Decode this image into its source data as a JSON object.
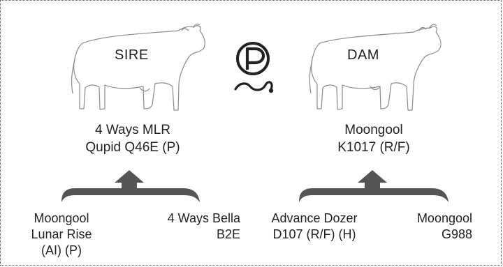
{
  "colors": {
    "ink": "#222222",
    "outline": "#8a8a8a",
    "bracket": "#555555",
    "border": "#555555"
  },
  "sire": {
    "label": "SIRE",
    "name_line1": "4 Ways MLR",
    "name_line2": "Qupid Q46E (P)",
    "sire_parent": {
      "line1": "Moongool",
      "line2": "Lunar Rise",
      "line3": "(AI) (P)"
    },
    "dam_parent": {
      "line1": "4 Ways Bella",
      "line2": "B2E"
    }
  },
  "dam": {
    "label": "DAM",
    "name_line1": "Moongool",
    "name_line2": "K1017 (R/F)",
    "sire_parent": {
      "line1": "Advance Dozer",
      "line2": "D107 (R/F) (H)"
    },
    "dam_parent": {
      "line1": "Moongool",
      "line2": "G988"
    }
  },
  "badge": {
    "letter": "P",
    "icon": "polled-p-with-rope-icon"
  }
}
